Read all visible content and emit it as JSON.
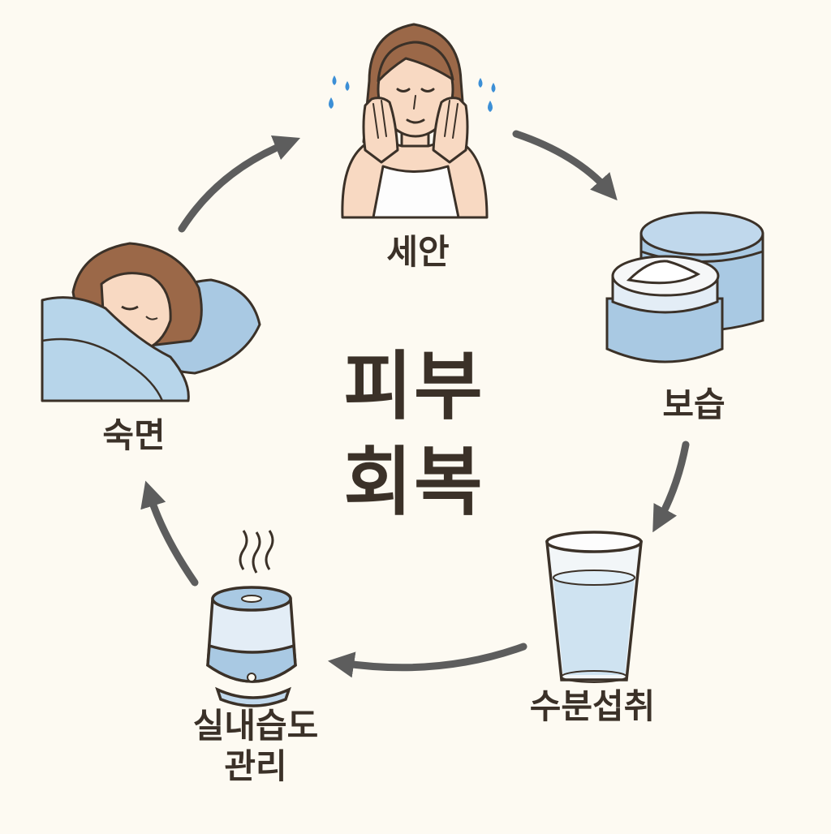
{
  "center_title": {
    "line1": "피부",
    "line2": "회복"
  },
  "steps": [
    {
      "id": "wash",
      "label": "세안",
      "icon": "face-washing-woman"
    },
    {
      "id": "moisturize",
      "label": "보습",
      "icon": "cream-jars"
    },
    {
      "id": "water",
      "label": "수분섭취",
      "icon": "glass-of-water"
    },
    {
      "id": "humidity",
      "label_line1": "실내습도",
      "label_line2": "관리",
      "icon": "humidifier"
    },
    {
      "id": "sleep",
      "label": "숙면",
      "icon": "sleeping-woman"
    }
  ],
  "colors": {
    "background": "#fdfaf2",
    "text": "#3b3128",
    "arrow": "#5d5d5d",
    "hair": "#9b6848",
    "skin": "#f8d9c2",
    "blue": "#a9c9e3"
  }
}
